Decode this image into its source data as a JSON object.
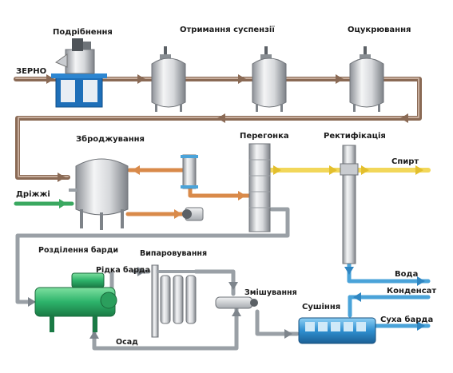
{
  "labels": {
    "grinding": "Подрібнення",
    "suspension": "Отримання суспензії",
    "saccharification": "Оцукрювання",
    "grain": "ЗЕРНО",
    "fermentation": "Зброджування",
    "distillation": "Перегонка",
    "rectification": "Ректифікація",
    "alcohol": "Спирт",
    "yeast": "Дріжжі",
    "stillage_separation": "Розділення барди",
    "evaporation": "Випаровування",
    "liquid_stillage": "Рідка барда",
    "mixing": "Змішування",
    "water": "Вода",
    "condensate": "Конденсат",
    "drying": "Сушіння",
    "dry_stillage": "Суха барда",
    "sediment": "Осад"
  },
  "colors": {
    "grain_pipe": "#8a6a55",
    "grey_pipe": "#9aa0a6",
    "orange_pipe": "#d98a4a",
    "yellow_pipe": "#f2d75a",
    "green_pipe": "#3aa860",
    "blue_pipe": "#4aa3d9",
    "mash_pipe": "#a0887a"
  }
}
